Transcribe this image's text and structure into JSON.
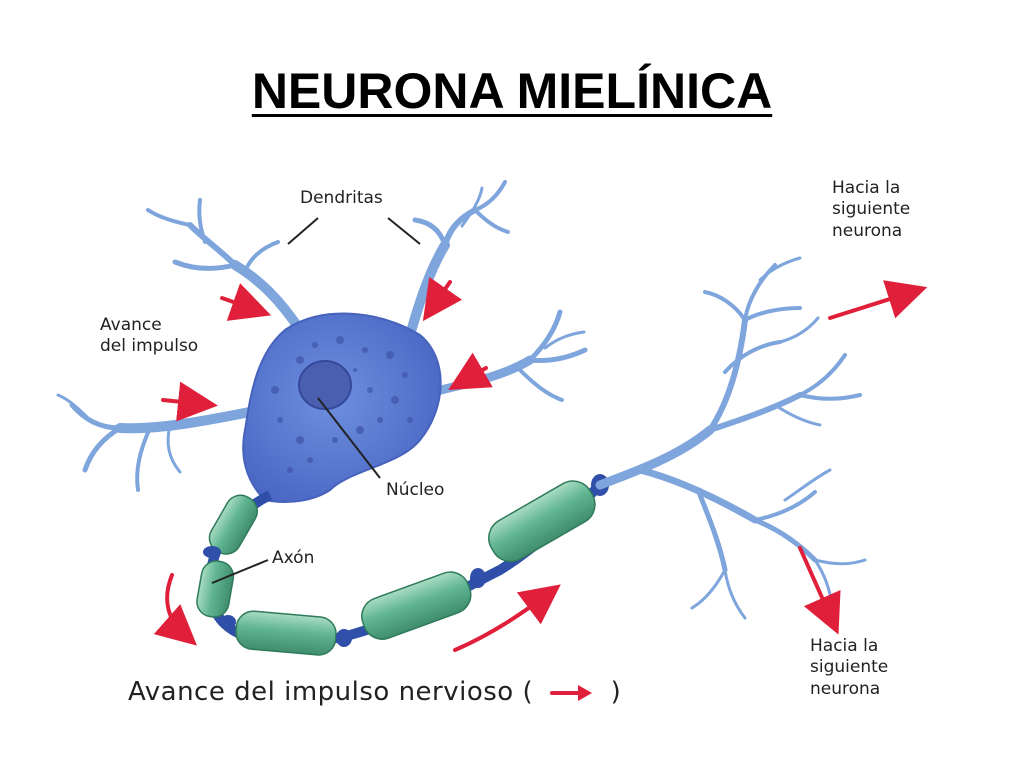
{
  "slide": {
    "title": "NEURONA MIELÍNICA"
  },
  "labels": {
    "dendritas": "Dendritas",
    "hacia_top": [
      "Hacia la",
      "siguiente",
      "neurona"
    ],
    "avance_impulso": [
      "Avance",
      "del impulso"
    ],
    "nucleo": "Núcleo",
    "axon": "Axón",
    "hacia_bottom": [
      "Hacia la",
      "siguiente",
      "neurona"
    ],
    "caption_text": "Avance del impulso nervioso (",
    "caption_close": ")"
  },
  "colors": {
    "body_blue": "#5b7fd6",
    "dendrite_blue": "#7fa5dd",
    "myelin_green": "#5fb491",
    "myelin_dark": "#3f8d6c",
    "node_blue": "#2f4fa8",
    "arrow_red": "#e0203a",
    "text": "#222222"
  },
  "icons": {
    "impulse_arrow": "red-arrow-icon"
  }
}
